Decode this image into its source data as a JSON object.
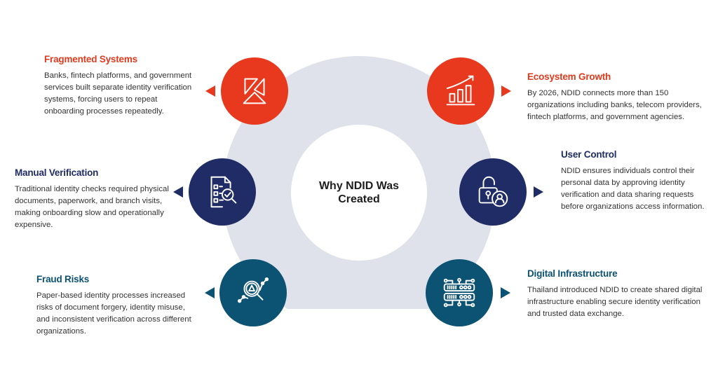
{
  "center": {
    "title": "Why NDID Was Created"
  },
  "colors": {
    "red": "#e8391f",
    "navy": "#1f2c66",
    "teal": "#0b5273",
    "ring": "#dfe2ea"
  },
  "items": [
    {
      "title": "Fragmented Systems",
      "text": "Banks, fintech platforms, and government services built separate identity verification systems, forcing users to repeat onboarding processes repeatedly.",
      "icon": "fragmented-triangles-icon"
    },
    {
      "title": "Ecosystem Growth",
      "text": "By 2026, NDID connects more than 150 organizations including banks, telecom providers, fintech platforms, and government agencies.",
      "icon": "growth-chart-icon"
    },
    {
      "title": "Manual Verification",
      "text": "Traditional identity checks required physical documents, paperwork, and branch visits, making onboarding slow and operationally expensive.",
      "icon": "document-check-icon"
    },
    {
      "title": "User Control",
      "text": "NDID ensures individuals control their personal data by approving identity verification and data sharing requests before organizations access information.",
      "icon": "unlocked-user-icon"
    },
    {
      "title": "Fraud Risks",
      "text": "Paper-based identity processes increased risks of document forgery, identity misuse, and inconsistent verification across different organizations.",
      "icon": "fraud-search-icon"
    },
    {
      "title": "Digital Infrastructure",
      "text": "Thailand introduced NDID to create shared digital infrastructure enabling secure identity verification and trusted data exchange.",
      "icon": "server-network-icon"
    }
  ]
}
